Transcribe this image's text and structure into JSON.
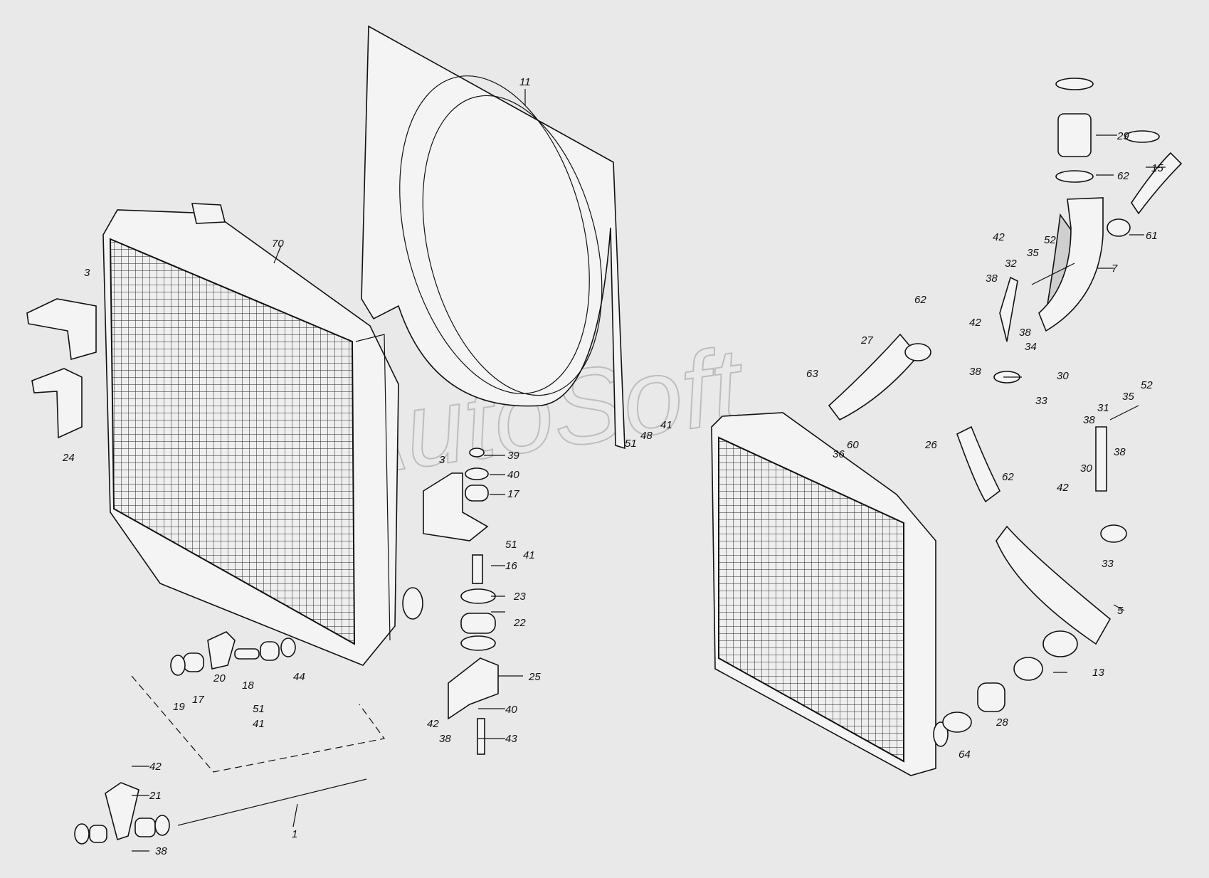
{
  "watermark": "AutoSoft",
  "labels": [
    "11",
    "29",
    "15",
    "62",
    "61",
    "42",
    "52",
    "35",
    "32",
    "7",
    "38",
    "42",
    "38",
    "34",
    "62",
    "27",
    "38",
    "30",
    "63",
    "33",
    "41",
    "51",
    "48",
    "36",
    "60",
    "26",
    "31",
    "35",
    "52",
    "38",
    "38",
    "30",
    "42",
    "33",
    "62",
    "5",
    "13",
    "64",
    "28",
    "70",
    "3",
    "24",
    "3",
    "39",
    "40",
    "17",
    "51",
    "41",
    "16",
    "23",
    "22",
    "25",
    "42",
    "38",
    "40",
    "43",
    "44",
    "20",
    "18",
    "17",
    "19",
    "51",
    "41",
    "42",
    "21",
    "1",
    "38"
  ]
}
